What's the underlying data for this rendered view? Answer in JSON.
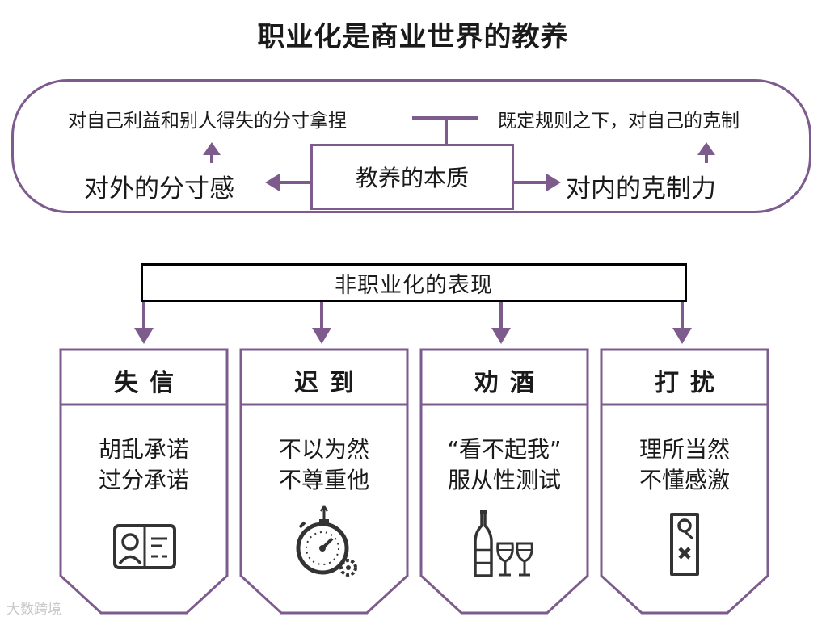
{
  "title": "职业化是商业世界的教养",
  "essence": {
    "core": "教养的本质",
    "left_small": "对自己利益和别人得失的分寸拿捏",
    "left_large": "对外的分寸感",
    "right_small": "既定规则之下，对自己的克制",
    "right_large": "对内的克制力"
  },
  "section_header": "非职业化的表现",
  "cards": [
    {
      "title": "失信",
      "lines": [
        "胡乱承诺",
        "过分承诺"
      ],
      "icon": "id-card-icon"
    },
    {
      "title": "迟到",
      "lines": [
        "不以为然",
        "不尊重他"
      ],
      "icon": "stopwatch-icon"
    },
    {
      "title": "劝酒",
      "lines": [
        "“看不起我”",
        "服从性测试"
      ],
      "icon": "wine-icon"
    },
    {
      "title": "打扰",
      "lines": [
        "理所当然",
        "不懂感激"
      ],
      "icon": "door-hanger-icon"
    }
  ],
  "watermark": "大数跨境",
  "colors": {
    "accent": "#7d5b8c",
    "text": "#1a1a1a"
  }
}
